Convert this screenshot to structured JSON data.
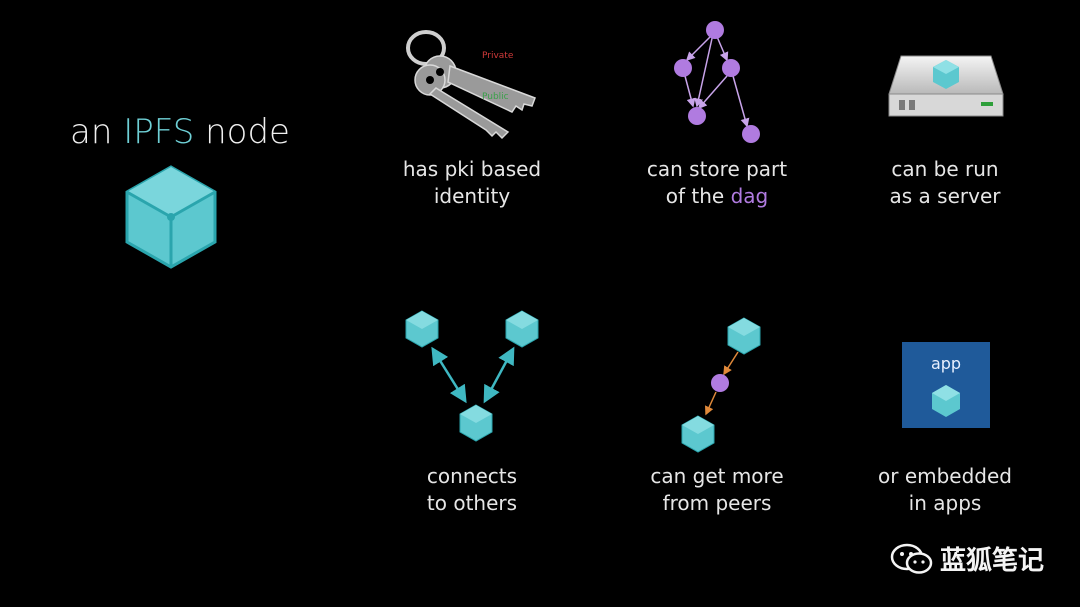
{
  "title": {
    "prefix": "an ",
    "accent": "IPFS",
    "suffix": " node"
  },
  "features": [
    {
      "line1": "has pki based",
      "line2": "identity",
      "icon": "keys-icon"
    },
    {
      "line1": "can store part",
      "line2_prefix": "of the ",
      "line2_accent": "dag",
      "icon": "dag-graph-icon"
    },
    {
      "line1": "can be run",
      "line2": "as a server",
      "icon": "server-icon"
    },
    {
      "line1": "connects",
      "line2": "to others",
      "icon": "network-icon"
    },
    {
      "line1": "can get more",
      "line2": "from peers",
      "icon": "peer-fetch-icon"
    },
    {
      "line1": "or embedded",
      "line2": "in apps",
      "icon": "app-embed-icon"
    }
  ],
  "keys": {
    "private_label": "Private",
    "public_label": "Public"
  },
  "app_label": "app",
  "watermark": "蓝狐笔记",
  "colors": {
    "accent": "#6fd0d6",
    "purple": "#b07be0",
    "cube": "#5cc8cf",
    "arrow_orange": "#e0893a",
    "app_bg": "#1f5a9a"
  }
}
